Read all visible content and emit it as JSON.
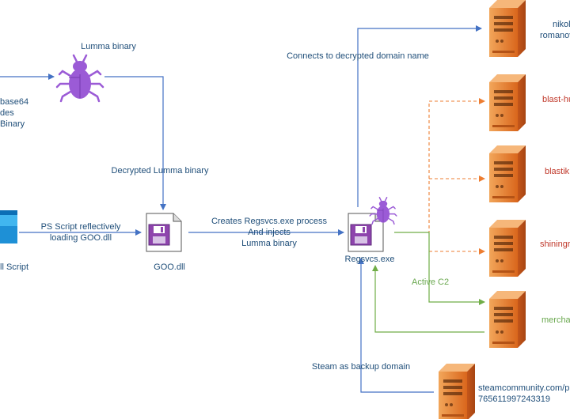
{
  "colors": {
    "arrow_blue": "#4472c4",
    "arrow_orange": "#ed7d31",
    "arrow_green": "#70ad47",
    "text_blue": "#1f4e79",
    "text_red": "#c0392b",
    "text_green": "#6aa84f",
    "bug_purple": "#9b5bd6",
    "server_orange": "#e07a2a",
    "doc_purple": "#8e44ad"
  },
  "icons": {
    "bug": "bug-icon",
    "server": "server-icon",
    "document": "document-icon",
    "powershell": "powershell-window-icon"
  },
  "left": {
    "base64_lines": [
      "base64",
      "des",
      "Binary"
    ],
    "ps_label": "ll Script"
  },
  "nodes": {
    "lumma_binary": "Lumma  binary",
    "goo_dll": "GOO.dll",
    "regsvcs": "Regsvcs.exe"
  },
  "edges": {
    "decrypted_lumma": "Decrypted Lumma binary",
    "ps_reflective": [
      "PS Script reflectively",
      "loading GOO.dll"
    ],
    "creates_process": [
      "Creates Regsvcs.exe process",
      "And injects",
      "Lumma binary"
    ],
    "connects_decrypted": "Connects to decrypted domain name",
    "active_c2": "Active C2",
    "steam_backup": "Steam as backup domain"
  },
  "servers": [
    {
      "lines": [
        "nikola",
        "romanov"
      ],
      "status": "connected"
    },
    {
      "lines": [
        "blast-hu"
      ],
      "status": "inactive"
    },
    {
      "lines": [
        "blastik"
      ],
      "status": "inactive"
    },
    {
      "lines": [
        "shiningr"
      ],
      "status": "inactive"
    },
    {
      "lines": [
        "mercha"
      ],
      "status": "active"
    },
    {
      "lines": [
        "steamcommunity.com/p",
        "765611997243319"
      ],
      "status": "backup"
    }
  ]
}
